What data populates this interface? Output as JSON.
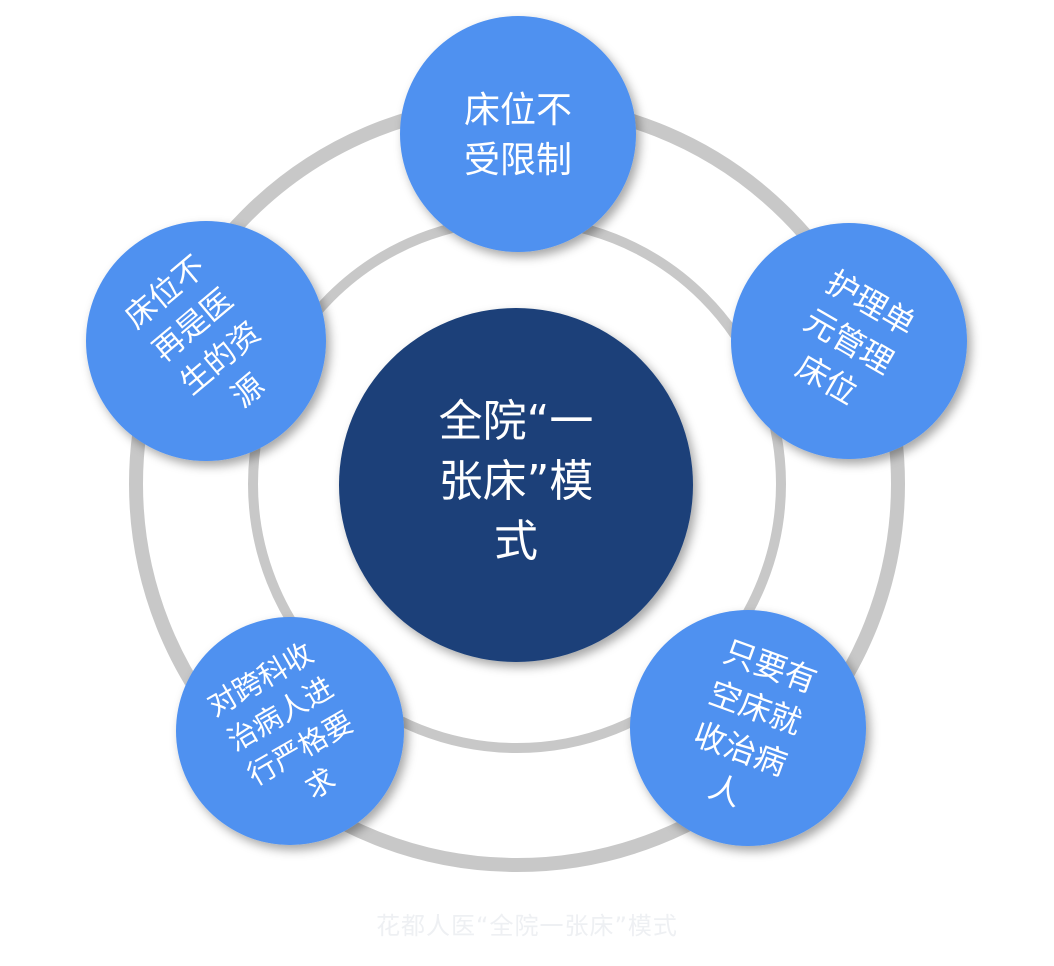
{
  "colors": {
    "ring": "#c8c8c8",
    "center_fill": "#1b4079",
    "node_fill": "#4f91f0",
    "text": "#ffffff",
    "caption": "#eef0f3"
  },
  "center": {
    "lines": [
      "全院“一",
      "张床”模",
      "式"
    ]
  },
  "nodes": [
    {
      "name": "node-bed-unrestricted",
      "lines": [
        "床位不",
        "受限制"
      ]
    },
    {
      "name": "node-nursing-unit",
      "lines": [
        "护理单",
        "元管理",
        "床位"
      ]
    },
    {
      "name": "node-admit-if-empty",
      "lines": [
        "只要有",
        "空床就",
        "收治病",
        "人"
      ]
    },
    {
      "name": "node-cross-department",
      "lines": [
        "对跨科收",
        "治病人进",
        "行严格要",
        "求"
      ]
    },
    {
      "name": "node-not-doctor-resource",
      "lines": [
        "床位不",
        "再是医",
        "生的资",
        "源"
      ]
    }
  ],
  "caption": "花都人医“全院一张床”模式"
}
